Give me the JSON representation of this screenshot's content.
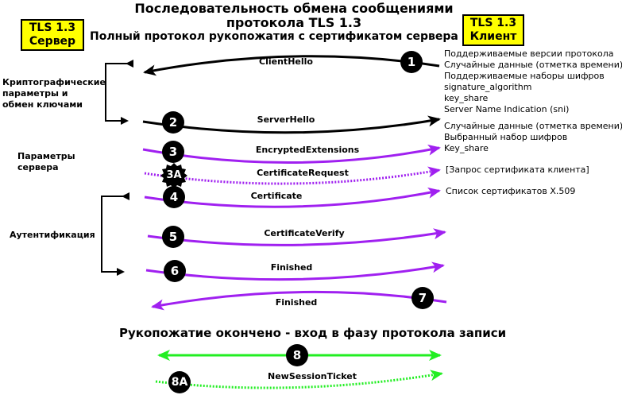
{
  "title_line1": "Последовательность обмена сообщениями",
  "title_line2": "протокола TLS 1.3",
  "subtitle": "Полный протокол  рукопожатия с сертификатом сервера",
  "server_box": {
    "line1": "TLS 1.3",
    "line2": "Сервер"
  },
  "client_box": {
    "line1": "TLS 1.3",
    "line2": "Клиент"
  },
  "colors": {
    "black": "#000000",
    "purple": "#a020f0",
    "green": "#22ee22",
    "yellow": "#ffff00"
  },
  "side_labels": {
    "crypto": [
      "Криптографические",
      "параметры и",
      "обмен ключами"
    ],
    "server_params": [
      "Параметры",
      "сервера"
    ],
    "auth": "Аутентификация"
  },
  "messages": [
    {
      "num": "1",
      "label": "ClientHello"
    },
    {
      "num": "2",
      "label": "ServerHello"
    },
    {
      "num": "3",
      "label": "EncryptedExtensions"
    },
    {
      "num": "3A",
      "label": "CertificateRequest"
    },
    {
      "num": "4",
      "label": "Certificate"
    },
    {
      "num": "5",
      "label": "CertificateVerify"
    },
    {
      "num": "6",
      "label": "Finished"
    },
    {
      "num": "7",
      "label": "Finished"
    },
    {
      "num": "8",
      "label": ""
    },
    {
      "num": "8A",
      "label": "NewSessionTicket"
    }
  ],
  "notes": {
    "client_hello": [
      "Поддерживаемые версии протокола",
      "Случайные данные (отметка времени)",
      "Поддерживаемые наборы шифров",
      "signature_algorithm",
      "key_share",
      "Server Name Indication (sni)"
    ],
    "server_hello": [
      "Случайные данные (отметка времени)",
      "Выбранный набор шифров",
      "Key_share"
    ],
    "cert_request": "[Запрос сертификата клиента]",
    "certificate": "Список сертификатов X.509"
  },
  "footer": "Рукопожатие окончено - вход в фазу протокола записи"
}
